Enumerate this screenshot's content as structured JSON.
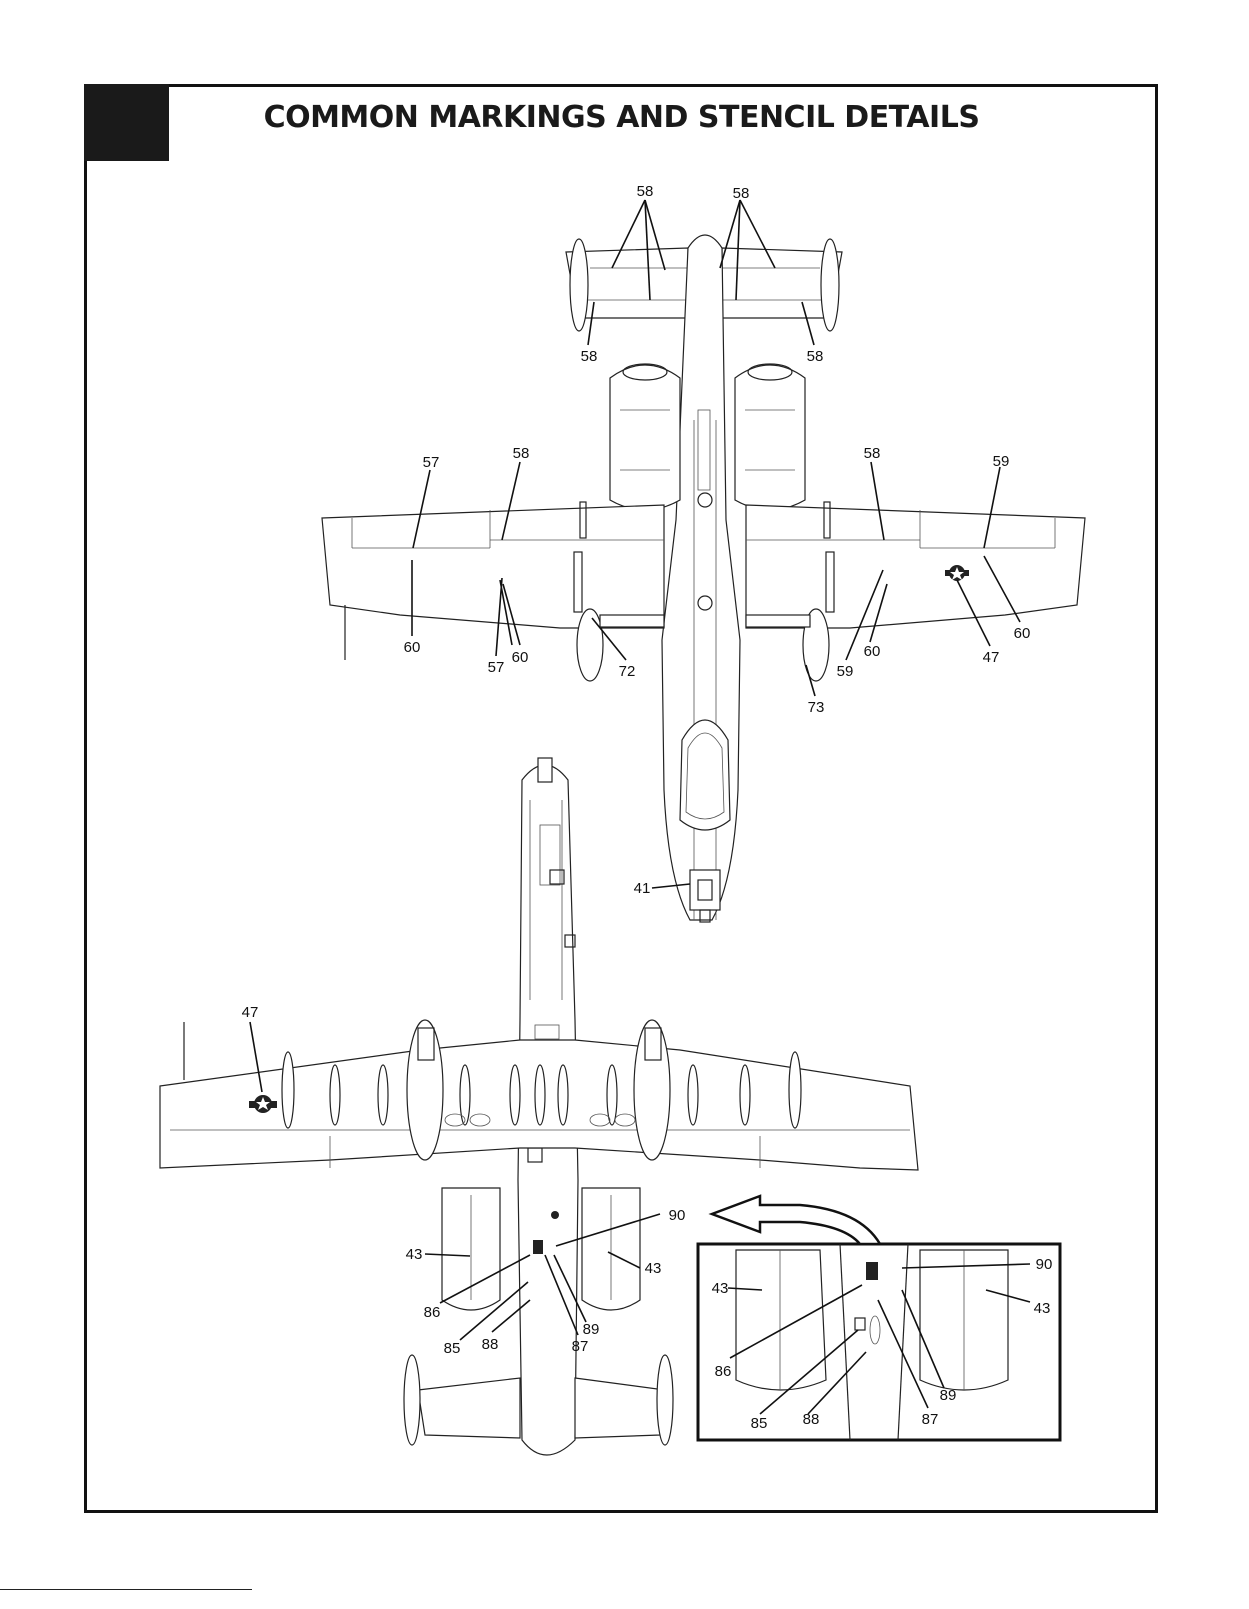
{
  "header": {
    "title": "COMMON MARKINGS AND STENCIL DETAILS"
  },
  "callouts": {
    "top_view": [
      "58",
      "58",
      "58",
      "58",
      "57",
      "58",
      "58",
      "59",
      "60",
      "57",
      "60",
      "72",
      "73",
      "59",
      "60",
      "47",
      "60",
      "41"
    ],
    "bottom_view": [
      "47",
      "43",
      "90",
      "43",
      "86",
      "85",
      "88",
      "87",
      "89"
    ],
    "detail_inset": [
      "43",
      "90",
      "43",
      "86",
      "85",
      "88",
      "87",
      "89"
    ]
  },
  "icons": {
    "insignia": "star-roundel-icon",
    "arrow": "curved-arrow-icon"
  },
  "colors": {
    "ink": "#111111",
    "paper": "#ffffff"
  }
}
